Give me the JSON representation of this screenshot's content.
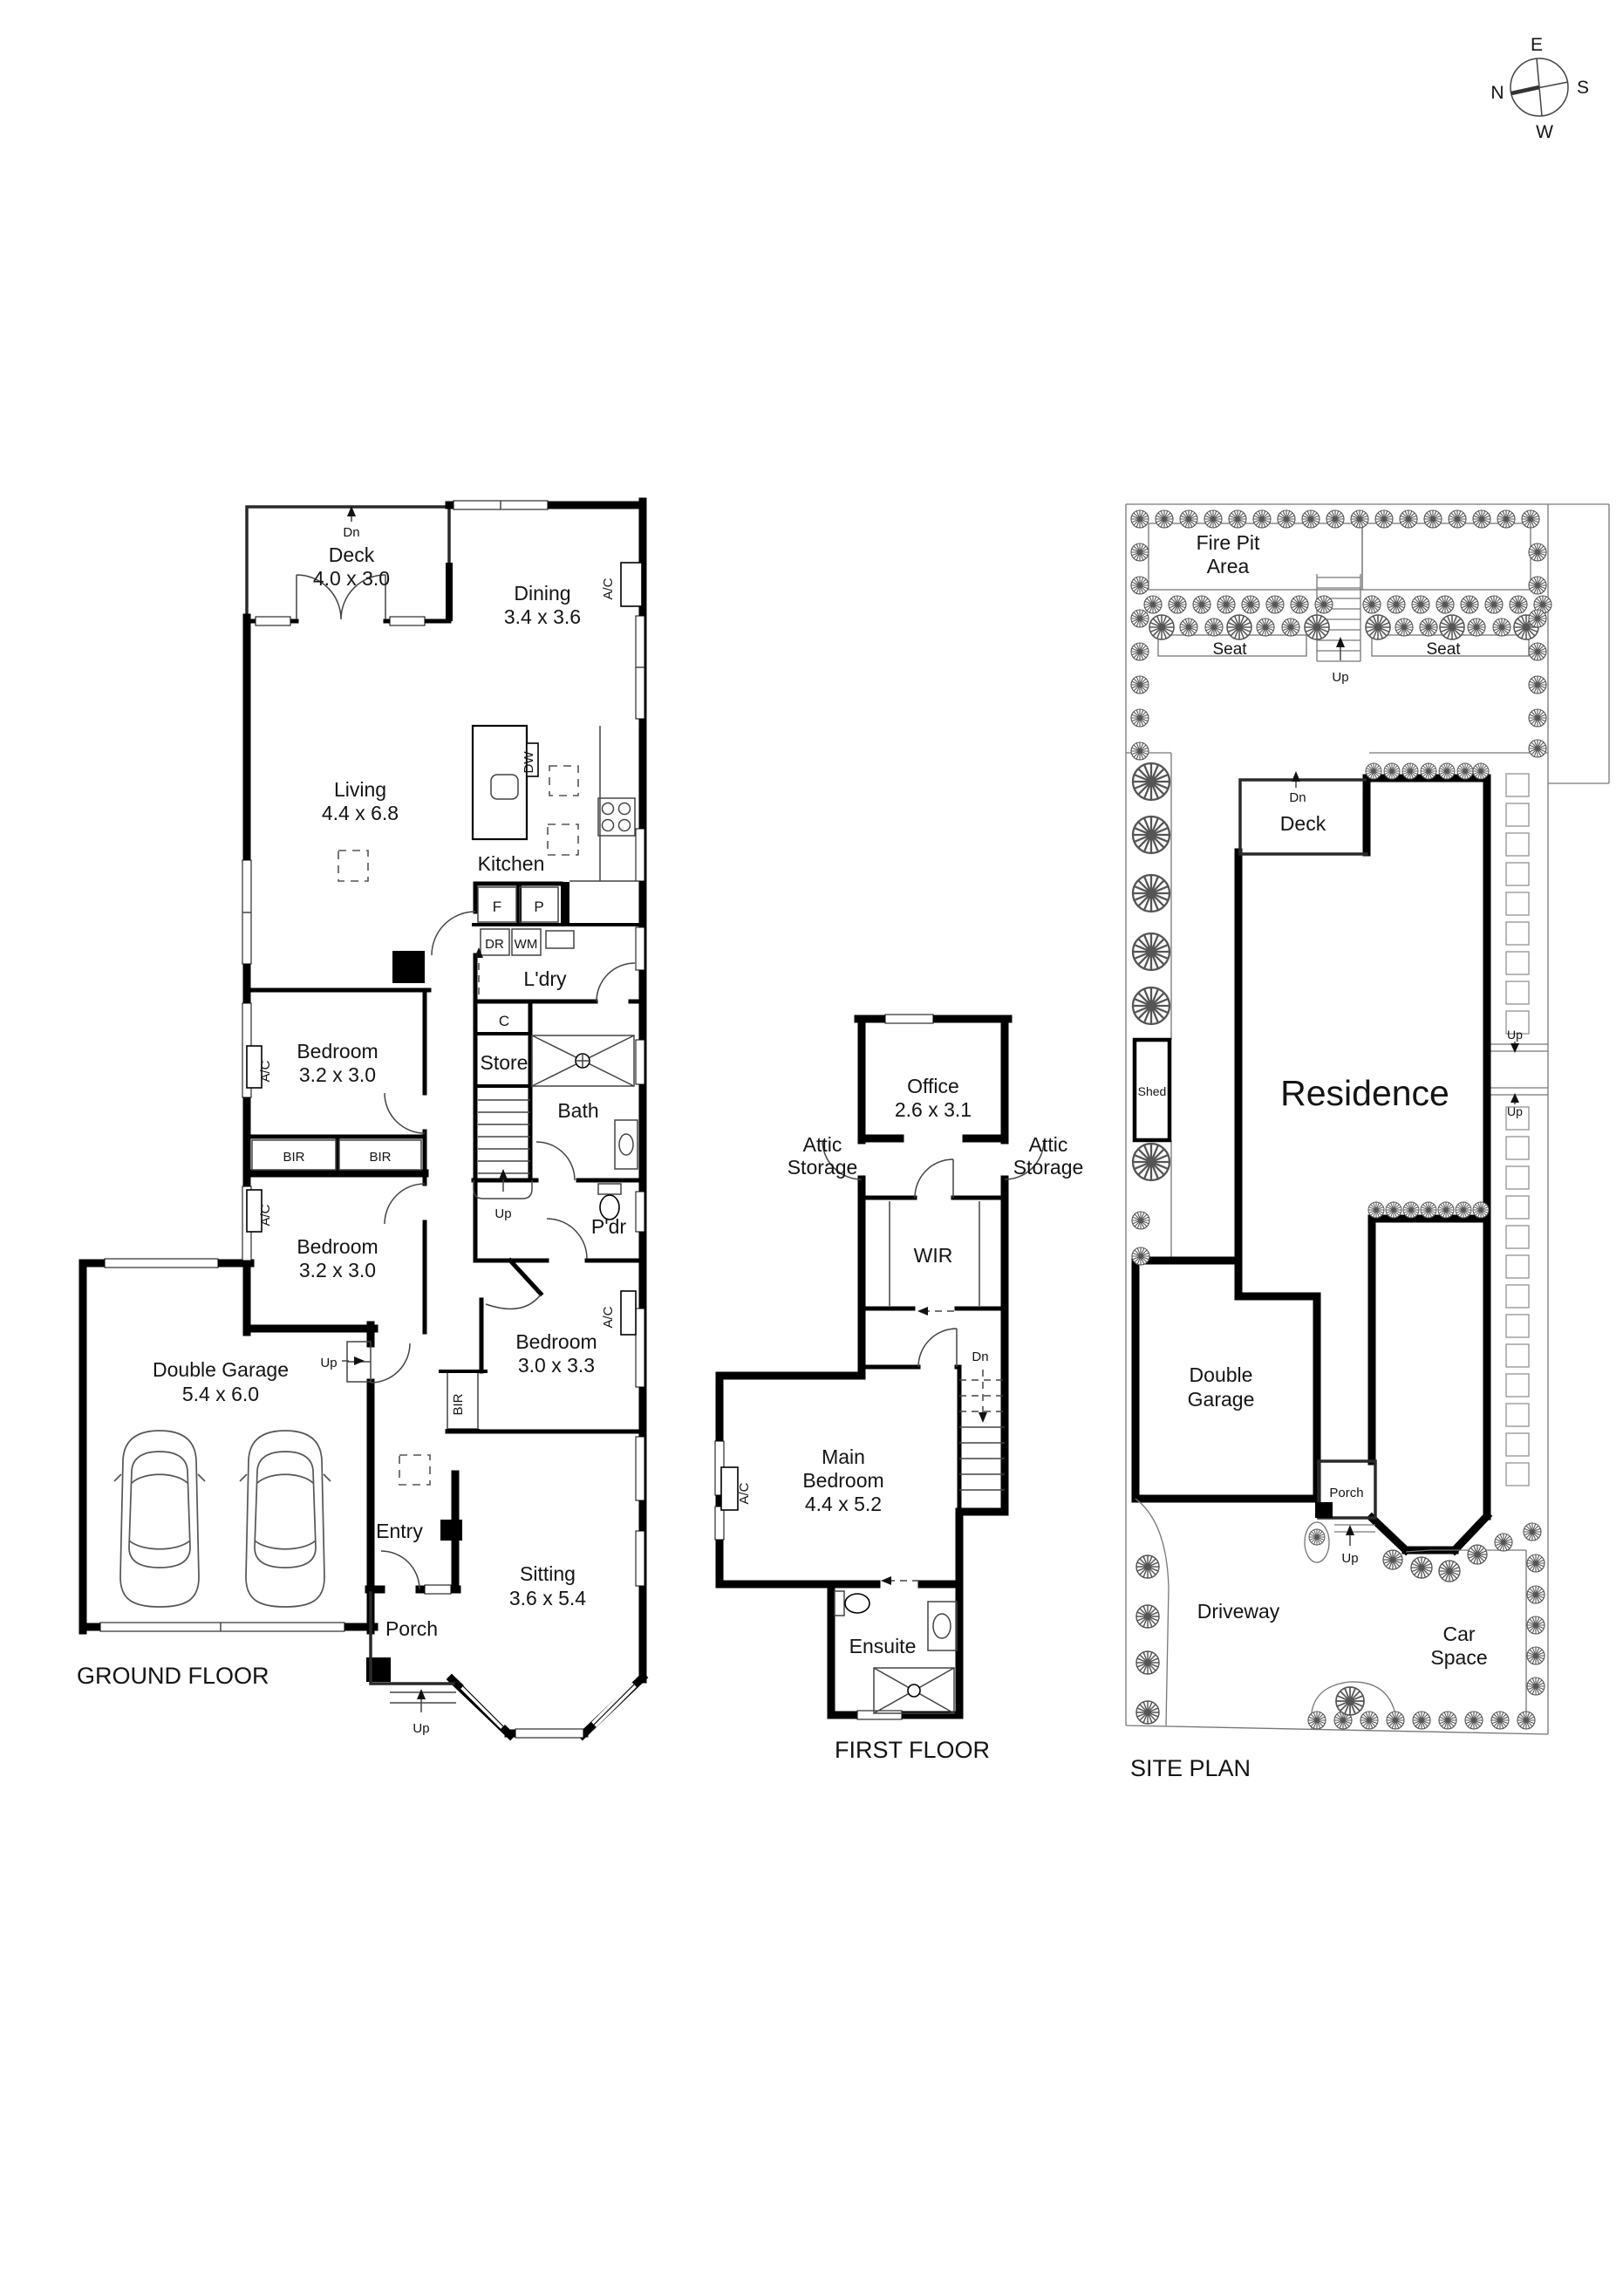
{
  "compass": {
    "n": "N",
    "e": "E",
    "s": "S",
    "w": "W"
  },
  "ground": {
    "title": "GROUND FLOOR",
    "deck": {
      "name": "Deck",
      "dim": "4.0 x 3.0"
    },
    "dn": "Dn",
    "up": "Up",
    "dining": {
      "name": "Dining",
      "dim": "3.4 x 3.6"
    },
    "living": {
      "name": "Living",
      "dim": "4.4 x 6.8"
    },
    "kitchen": {
      "name": "Kitchen"
    },
    "fridge": "F",
    "pantry": "P",
    "dryer": "DR",
    "washer": "WM",
    "dishwasher": "DW",
    "laundry": {
      "name": "L'dry"
    },
    "cupboard": "C",
    "store": {
      "name": "Store"
    },
    "bath": {
      "name": "Bath"
    },
    "powder": {
      "name": "P'dr"
    },
    "bed1": {
      "name": "Bedroom",
      "dim": "3.2 x 3.0"
    },
    "bed2": {
      "name": "Bedroom",
      "dim": "3.2 x 3.0"
    },
    "bed3": {
      "name": "Bedroom",
      "dim": "3.0 x 3.3"
    },
    "robe": "BIR",
    "ac": "A/C",
    "garage": {
      "name": "Double Garage",
      "dim": "5.4 x 6.0"
    },
    "entry": {
      "name": "Entry"
    },
    "sitting": {
      "name": "Sitting",
      "dim": "3.6 x 5.4"
    },
    "porch": {
      "name": "Porch"
    }
  },
  "first": {
    "title": "FIRST FLOOR",
    "office": {
      "name": "Office",
      "dim": "2.6 x 3.1"
    },
    "attic": {
      "line1": "Attic",
      "line2": "Storage"
    },
    "wir": "WIR",
    "dn": "Dn",
    "ac": "A/C",
    "main_bedroom": {
      "line1": "Main",
      "line2": "Bedroom",
      "dim": "4.4 x 5.2"
    },
    "ensuite": {
      "name": "Ensuite"
    }
  },
  "site": {
    "title": "SITE PLAN",
    "fire_pit": {
      "line1": "Fire Pit",
      "line2": "Area"
    },
    "seat": "Seat",
    "up": "Up",
    "dn": "Dn",
    "deck": "Deck",
    "residence": "Residence",
    "shed": "Shed",
    "garage": {
      "line1": "Double",
      "line2": "Garage"
    },
    "porch": "Porch",
    "driveway": "Driveway",
    "car_space": {
      "line1": "Car",
      "line2": "Space"
    }
  }
}
